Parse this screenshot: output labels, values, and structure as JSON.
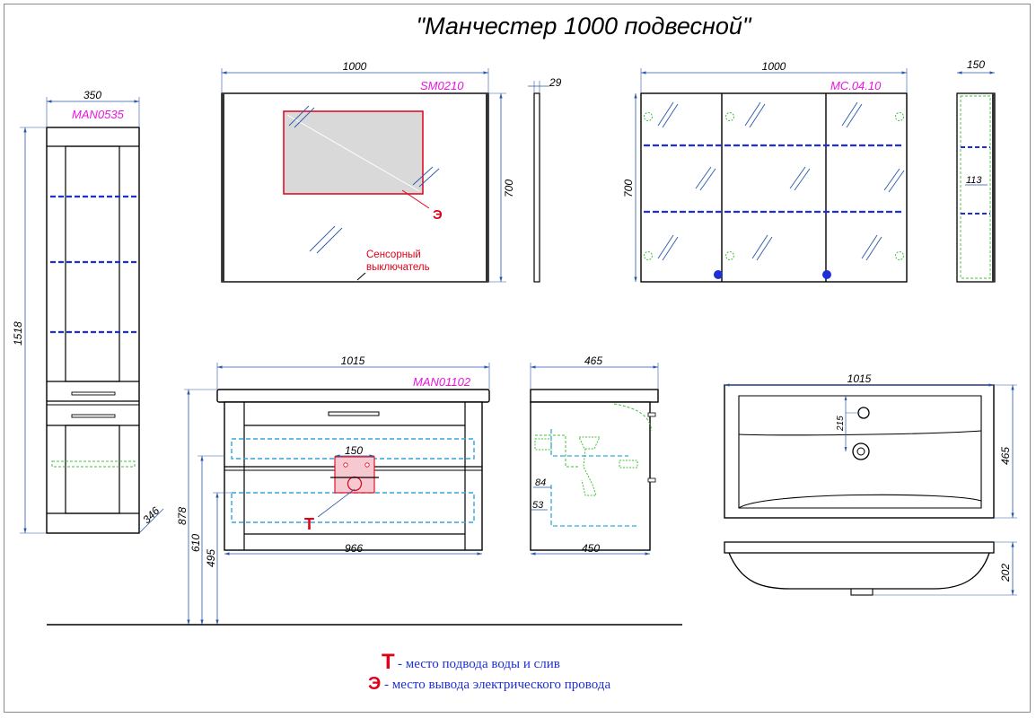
{
  "title": "\"Манчестер 1000 подвесной\"",
  "mirror": {
    "code": "SM0210",
    "width": "1000",
    "height": "700",
    "depth": "29",
    "switch_label_line1": "Сенсорный",
    "switch_label_line2": "выключатель",
    "e_marker": "Э"
  },
  "cabinet": {
    "code": "MC.04.10",
    "width": "1000",
    "height": "700",
    "depth": "150",
    "shelf_gap": "113"
  },
  "column": {
    "code": "MAN0535",
    "width": "350",
    "height": "1518",
    "depth": "346"
  },
  "vanity": {
    "code": "MAN01102",
    "width": "1015",
    "inner_width": "966",
    "pipe_zone": "150",
    "h_total": "878",
    "h_mid": "610",
    "h_low": "495",
    "t_marker": "Т"
  },
  "side": {
    "top_depth": "465",
    "bottom_depth": "450",
    "dim_84": "84",
    "dim_53": "53"
  },
  "sink": {
    "width": "1015",
    "depth": "465",
    "hole_offset": "215",
    "height": "202"
  },
  "legend": {
    "t_symbol": "Т",
    "t_text": " - место подвода воды и слив",
    "e_symbol": "Э",
    "e_text": " -  место вывода электрического провода"
  },
  "colors": {
    "magenta": "#e815e0",
    "red": "#e0001a",
    "blue": "#1e2fd6",
    "green": "#41c13a",
    "cyan": "#33a6dc",
    "dim": "#2a58a8"
  }
}
